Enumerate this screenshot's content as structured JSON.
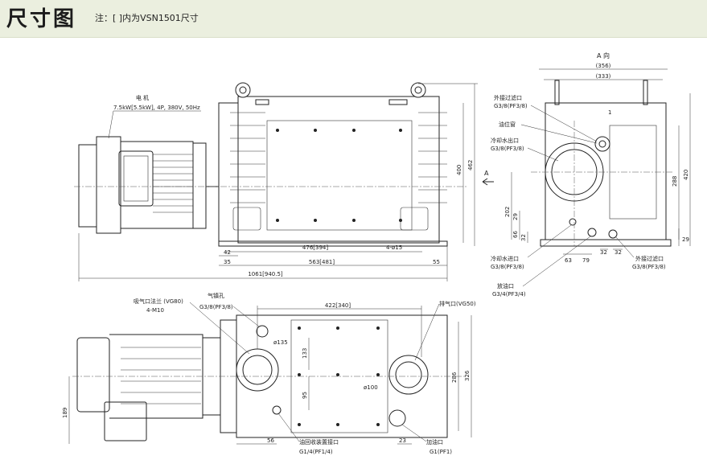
{
  "header": {
    "title": "尺寸图",
    "note": "注：[ ]内为VSN1501尺寸"
  },
  "front_view": {
    "motor_label": "电 机",
    "motor_spec": "7.5kW[5.5kW], 4P, 380V, 50Hz",
    "dim_476": "476[394]",
    "dim_bolt": "4-ø15",
    "dim_42": "42",
    "dim_35": "35",
    "dim_563": "563[481]",
    "dim_55": "55",
    "dim_1061": "1061[940.5]",
    "dim_400": "400",
    "dim_462": "462",
    "arrow_a": "A"
  },
  "side_view": {
    "title": "A 向",
    "dim_356": "(356)",
    "dim_333": "(333)",
    "filter_outlet": "外接过滤口",
    "filter_outlet_spec": "G3/8(PF3/8)",
    "oil_window": "油位窗",
    "cool_out": "冷却水出口",
    "cool_out_spec": "G3/8(PF3/8)",
    "dim_1": "1",
    "dim_202": "202",
    "dim_29a": "29",
    "dim_66": "66",
    "dim_32a": "32",
    "dim_288": "288",
    "dim_420": "420",
    "dim_29b": "29",
    "dim_63": "63",
    "dim_79": "79",
    "dim_32b": "32",
    "dim_32c": "32",
    "cool_in": "冷却水进口",
    "cool_in_spec": "G3/8(PF3/8)",
    "filter_in": "外接过滤口",
    "filter_in_spec": "G3/8(PF3/8)",
    "drain": "放油口",
    "drain_spec": "G3/4(PF3/4)"
  },
  "top_view": {
    "intake_flange": "吸气口法兰 (VG80)",
    "intake_bolts": "4-M10",
    "ballast": "气镇孔",
    "ballast_spec": "G3/8(PF3/8)",
    "dim_422": "422[340]",
    "exhaust": "排气口(VG50)",
    "dim_135": "ø135",
    "dim_133": "133",
    "dim_95": "95",
    "dim_100": "ø100",
    "dim_286": "286",
    "dim_326": "326",
    "dim_189": "189",
    "dim_56": "56",
    "dim_23": "23",
    "oil_return": "油回收装置接口",
    "oil_return_spec": "G1/4(PF1/4)",
    "oil_fill": "加油口",
    "oil_fill_spec": "G1(PF1)"
  }
}
